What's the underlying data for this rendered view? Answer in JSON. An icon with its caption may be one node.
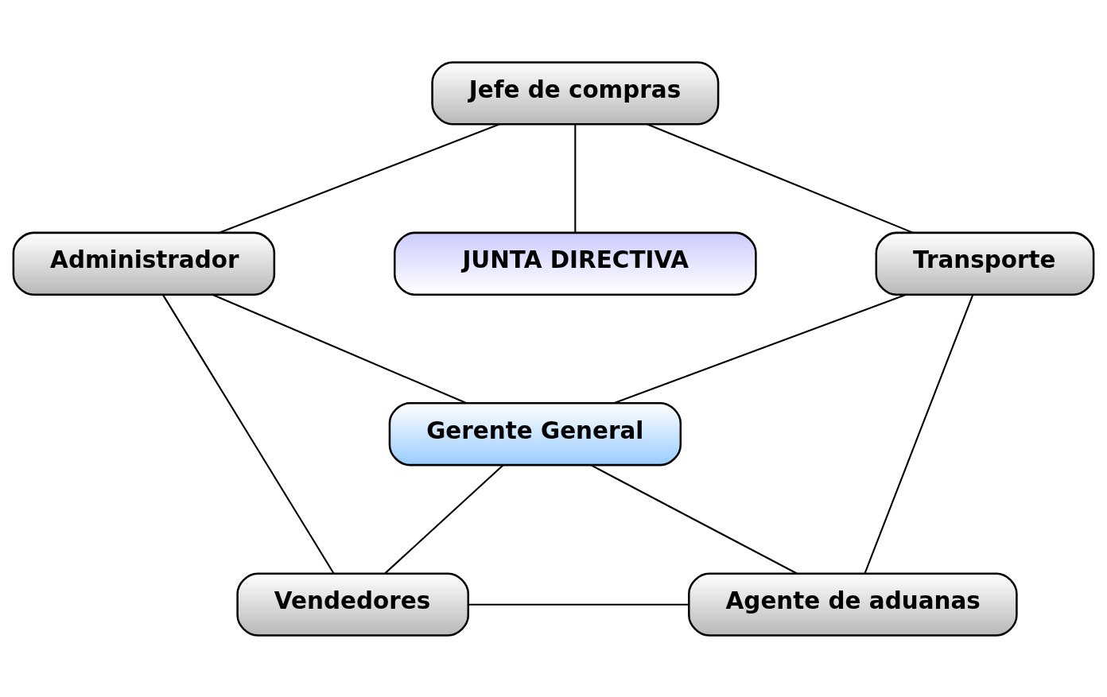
{
  "diagram": {
    "nodes": [
      {
        "text": [
          "Jefe de compras"
        ]
      },
      {
        "text": [
          "Administrador"
        ]
      },
      {
        "text": [
          "JUNTA DIRECTIVA"
        ]
      },
      {
        "text": [
          "Gerente General"
        ]
      },
      {
        "text": [
          "Transporte"
        ]
      },
      {
        "text": [
          "Vendedores"
        ]
      },
      {
        "text": [
          "Agente de aduanas"
        ]
      }
    ],
    "edges": [
      {
        "from": 0,
        "to": 1,
        "arrow": "none"
      },
      {
        "from": 0,
        "to": 2,
        "arrow": "none"
      },
      {
        "from": 0,
        "to": 4,
        "arrow": "none"
      },
      {
        "from": 1,
        "to": 3,
        "arrow": "none"
      },
      {
        "from": 4,
        "to": 3,
        "arrow": "none"
      },
      {
        "from": 1,
        "to": 5,
        "arrow": "none"
      },
      {
        "from": 4,
        "to": 6,
        "arrow": "none"
      },
      {
        "from": 3,
        "to": 5,
        "arrow": "none"
      },
      {
        "from": 3,
        "to": 6,
        "arrow": "none"
      },
      {
        "from": 5,
        "to": 6,
        "arrow": "none"
      }
    ]
  }
}
